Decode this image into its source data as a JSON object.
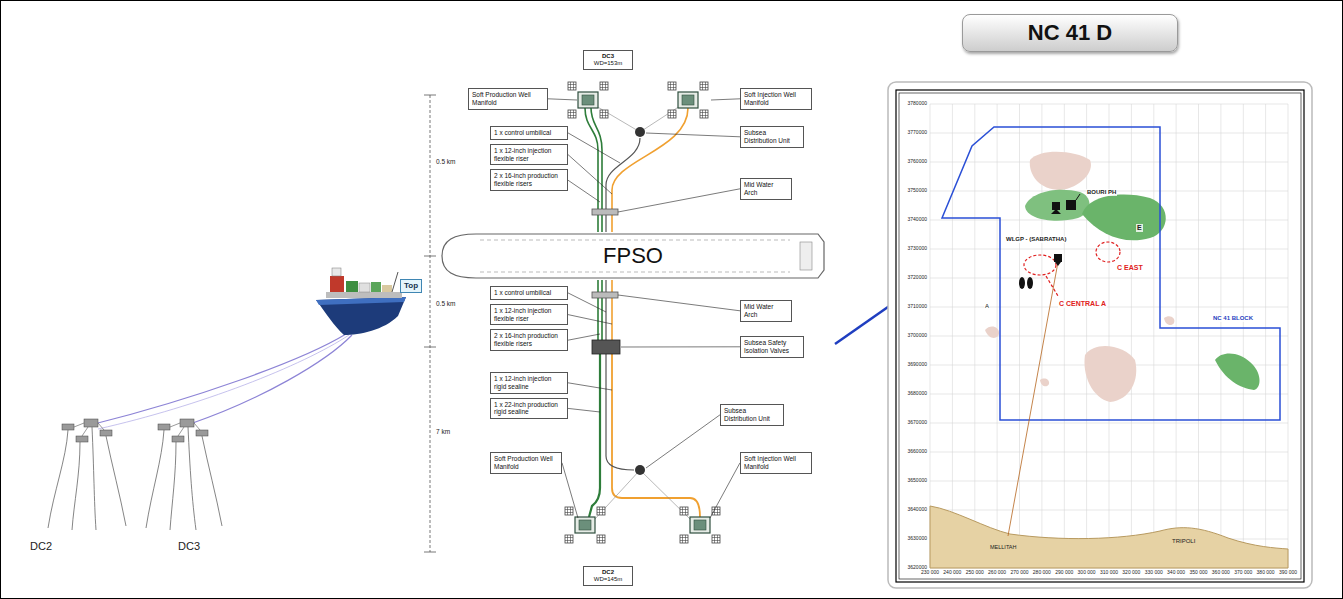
{
  "diagram": {
    "nodes": [
      {
        "text": [
          "Top"
        ]
      },
      {
        "text": [
          "DC3",
          "WD=153m"
        ]
      },
      {
        "text": [
          "Soft Production Well Manifold"
        ]
      },
      {
        "text": [
          "Soft Injection Well Manifold"
        ]
      },
      {
        "text": [
          "1 x control umbilical"
        ]
      },
      {
        "text": [
          "1 x 12-inch injection flexible riser"
        ]
      },
      {
        "text": [
          "2 x 16-inch production flexible risers"
        ]
      },
      {
        "text": [
          "Subsea Distribution Unit"
        ]
      },
      {
        "text": [
          "Mid Water Arch"
        ]
      },
      {
        "text": [
          "FPSO"
        ]
      },
      {
        "text": [
          "Mid Water Arch"
        ]
      },
      {
        "text": [
          "1 x control umbilical"
        ]
      },
      {
        "text": [
          "1 x 12-inch injection flexible riser"
        ]
      },
      {
        "text": [
          "2 x 16-inch production flexible risers"
        ]
      },
      {
        "text": [
          "Subsea Safety Isolation Valves"
        ]
      },
      {
        "text": [
          "1 x 12-inch injection rigid sealine"
        ]
      },
      {
        "text": [
          "1 x 22-inch production rigid sealine"
        ]
      },
      {
        "text": [
          "Subsea Distribution Unit"
        ]
      },
      {
        "text": [
          "Soft Production Well Manifold"
        ]
      },
      {
        "text": [
          "Soft Injection Well Manifold"
        ]
      },
      {
        "text": [
          "DC2",
          "WD=145m"
        ]
      },
      {
        "text": [
          "NC 41 D"
        ]
      }
    ],
    "labels": [
      "DC2",
      "DC3",
      "0.5 km",
      "0.5 km",
      "7 km",
      "BOURI PH",
      "E",
      "WLGP - (SABRATHA)",
      "C EAST",
      "C CENTRAL A",
      "A",
      "NC 41 BLOCK",
      "MELLITAH",
      "TRIPOLI",
      "3780000",
      "3770000",
      "3760000",
      "3750000",
      "3740000",
      "3730000",
      "3720000",
      "3710000",
      "3700000",
      "3690000",
      "3680000",
      "3670000",
      "3660000",
      "3650000",
      "3640000",
      "3630000",
      "3620000",
      "230 000",
      "240 000",
      "250 000",
      "260 000",
      "270 000",
      "280 000",
      "290 000",
      "300 000",
      "310 000",
      "320 000",
      "330 000",
      "340 000",
      "350 000",
      "360 000",
      "370 000",
      "380 000",
      "390 000"
    ]
  }
}
